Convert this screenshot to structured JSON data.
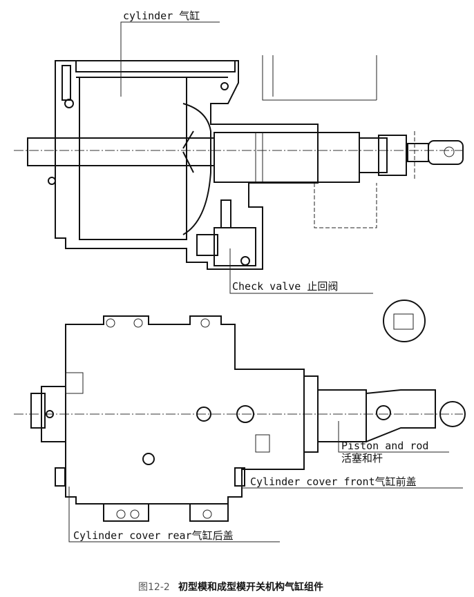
{
  "labels": {
    "cylinder": "cylinder 气缸",
    "check_valve": "Check valve 止回阀",
    "piston_rod_en": "Piston and rod",
    "piston_rod_cn": "活塞和杆",
    "cover_front": "Cylinder cover front气缸前盖",
    "cover_rear": "Cylinder cover rear气缸后盖"
  },
  "caption": {
    "number": "图12-2",
    "title": "初型模和成型模开关机构气缸组件"
  }
}
